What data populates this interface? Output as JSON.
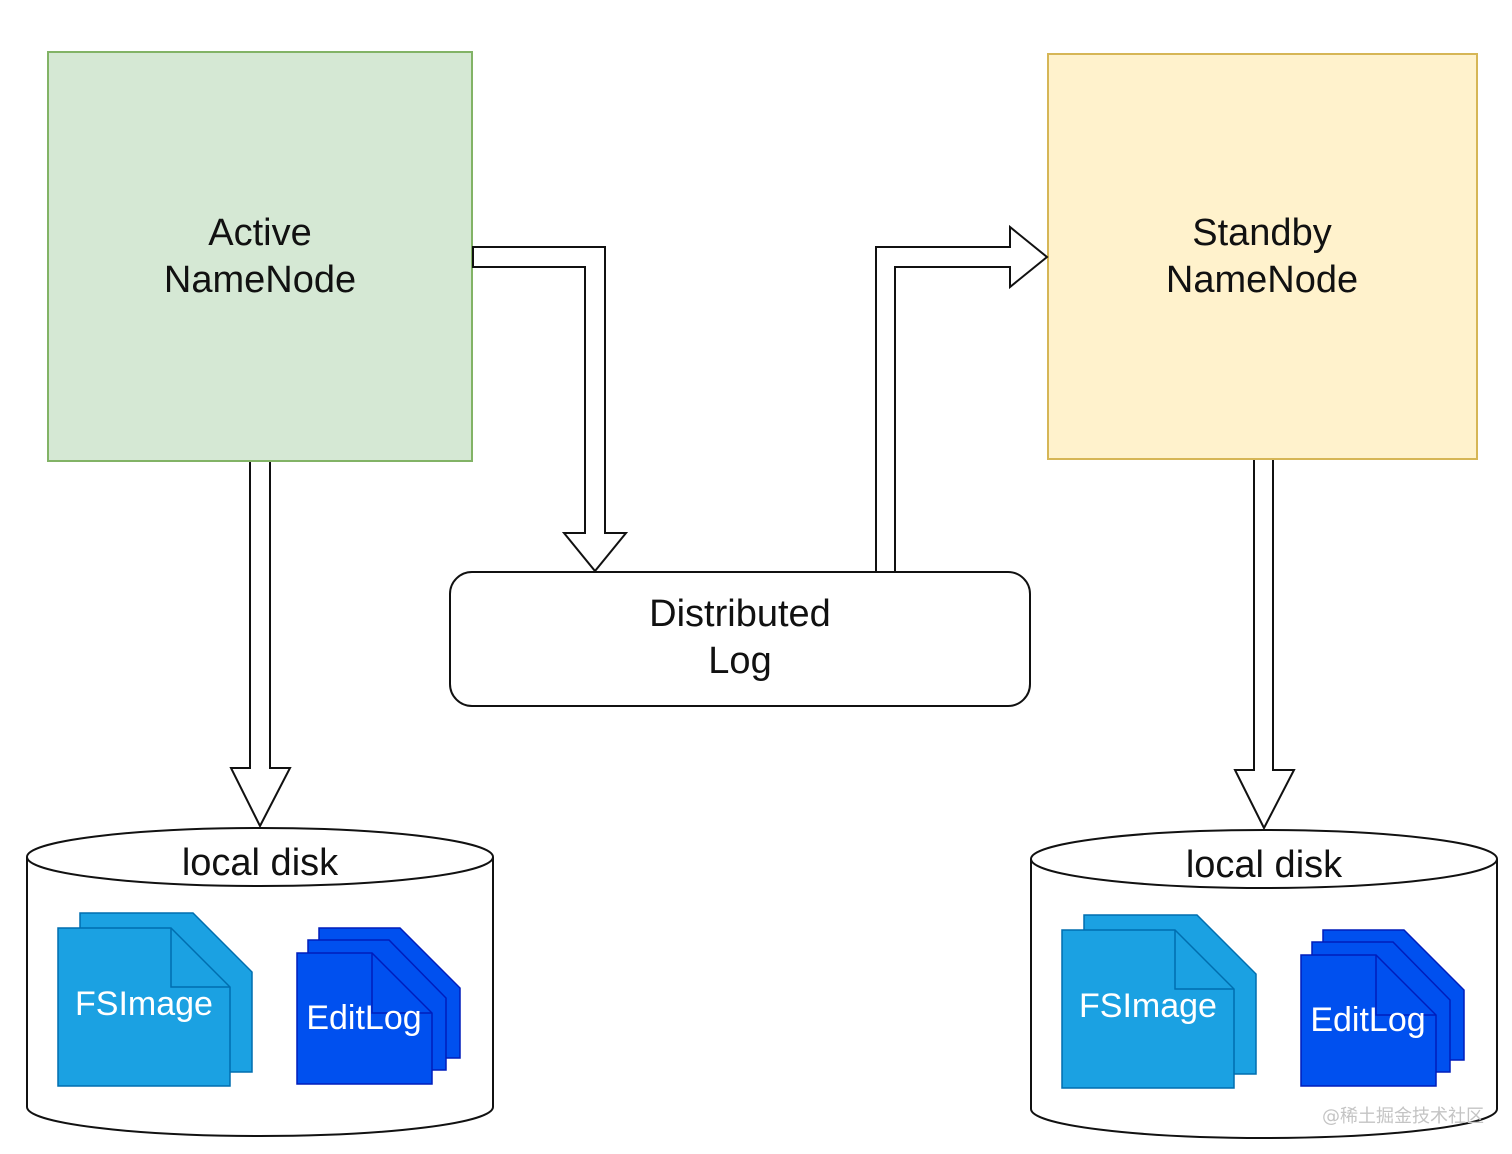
{
  "nodes": {
    "active": {
      "line1": "Active",
      "line2": "NameNode"
    },
    "standby": {
      "line1": "Standby",
      "line2": "NameNode"
    },
    "log": {
      "line1": "Distributed",
      "line2": "Log"
    }
  },
  "disks": {
    "left": {
      "label": "local disk",
      "fsimage": "FSImage",
      "editlog": "EditLog"
    },
    "right": {
      "label": "local disk",
      "fsimage": "FSImage",
      "editlog": "EditLog"
    }
  },
  "watermark": "@稀土掘金技术社区",
  "colors": {
    "active_fill": "#d5e8d4",
    "active_stroke": "#82b366",
    "standby_fill": "#fff2cc",
    "standby_stroke": "#d6b656",
    "fsimage_fill": "#1ba1e2",
    "fsimage_stroke": "#006eaf",
    "editlog_fill": "#0050ef",
    "editlog_stroke": "#001dbc",
    "line": "#111111"
  }
}
